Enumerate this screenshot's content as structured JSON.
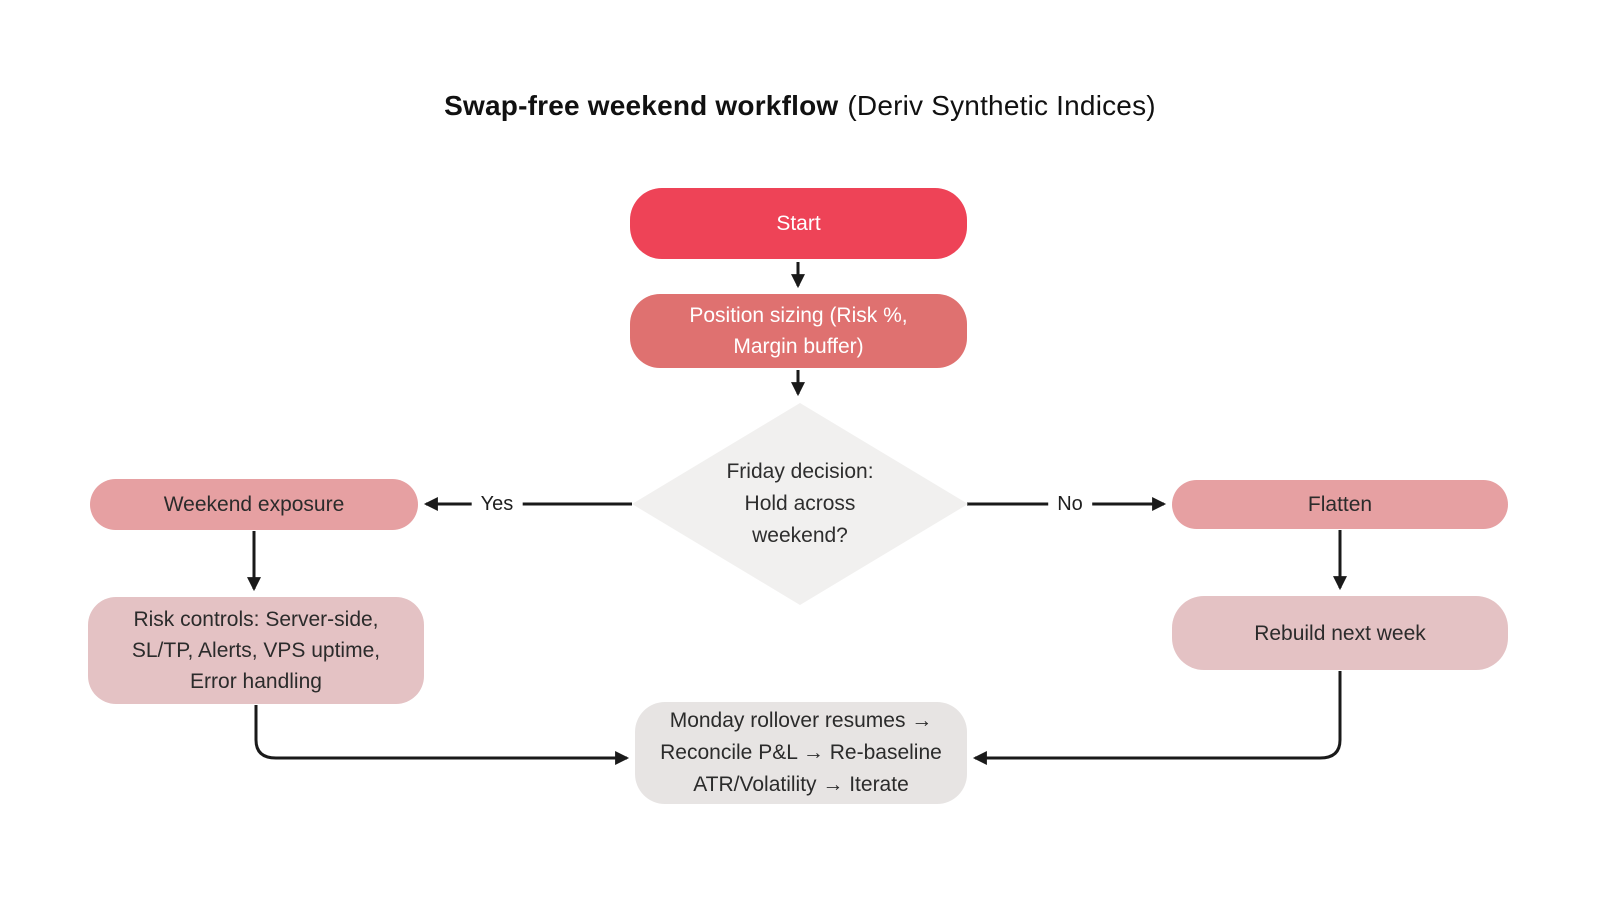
{
  "title": {
    "main": "Swap-free weekend workflow",
    "subtitle": "(Deriv Synthetic Indices)"
  },
  "nodes": {
    "start": {
      "label": "Start",
      "color": "#ee4357",
      "text_color": "#ffffff"
    },
    "position_sizing": {
      "lines": [
        "Position sizing (Risk %,",
        "Margin buffer)"
      ],
      "color": "#df7170",
      "text_color": "#ffffff"
    },
    "decision": {
      "lines": [
        "Friday decision:",
        "Hold across",
        "weekend?"
      ],
      "shape": "diamond",
      "color": "#f1f0ef",
      "text_color": "#2e2e2e"
    },
    "weekend_exposure": {
      "label": "Weekend exposure",
      "color": "#e6a0a2",
      "text_color": "#2b2b2b"
    },
    "flatten": {
      "label": "Flatten",
      "color": "#e6a0a2",
      "text_color": "#2b2b2b"
    },
    "risk_controls": {
      "lines": [
        "Risk controls: Server-side,",
        "SL/TP, Alerts, VPS uptime,",
        "Error handling"
      ],
      "color": "#e4c2c4",
      "text_color": "#2b2b2b"
    },
    "rebuild_next_week": {
      "label": "Rebuild next week",
      "color": "#e4c2c4",
      "text_color": "#2b2b2b"
    },
    "monday_rollover": {
      "lines": [
        "Monday rollover resumes →",
        "Reconcile P&L → Re-baseline",
        "ATR/Volatility → Iterate"
      ],
      "color": "#e7e4e3",
      "text_color": "#2b2b2b"
    }
  },
  "edges": {
    "yes_label": "Yes",
    "no_label": "No",
    "arrow_color": "#1a1a1a"
  }
}
